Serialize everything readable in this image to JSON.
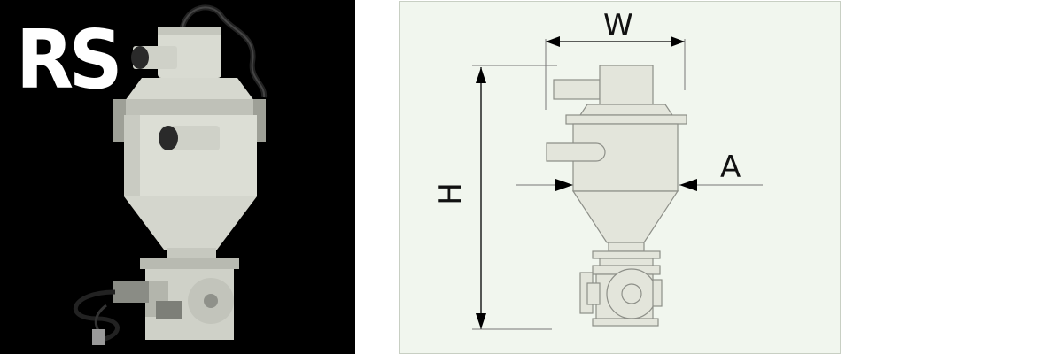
{
  "photo": {
    "model_badge": "RS",
    "background_color": "#000000",
    "body_color": "#d9dbd2"
  },
  "diagram": {
    "background_color": "#f1f6ee",
    "part_color": "#e3e5db",
    "dimensions": {
      "width_label": "W",
      "height_label": "H",
      "diameter_label": "A"
    }
  }
}
